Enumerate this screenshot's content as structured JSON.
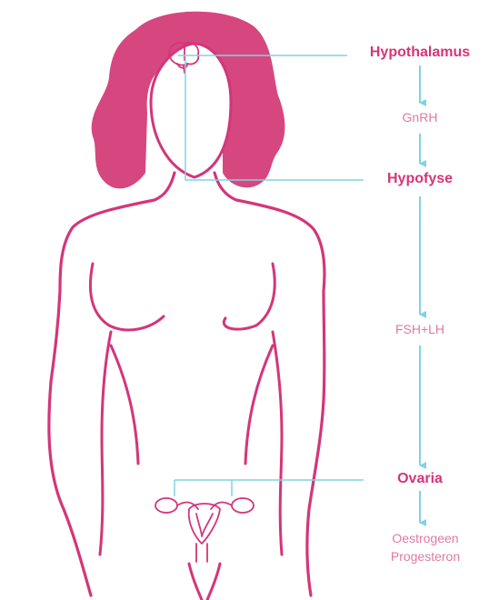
{
  "colors": {
    "magenta": "#d4357a",
    "hair": "#d6477f",
    "cyan": "#7fd3e3",
    "hormone_text": "#e07aa2"
  },
  "labels": {
    "hypothalamus": "Hypothalamus",
    "gnrh": "GnRH",
    "hypofyse": "Hypofyse",
    "fsh_lh": "FSH+LH",
    "ovaria": "Ovaria",
    "oestrogeen": "Oestrogeen",
    "progesteron": "Progesteron"
  },
  "icons": [
    "brain-icon",
    "uterus-icon"
  ]
}
